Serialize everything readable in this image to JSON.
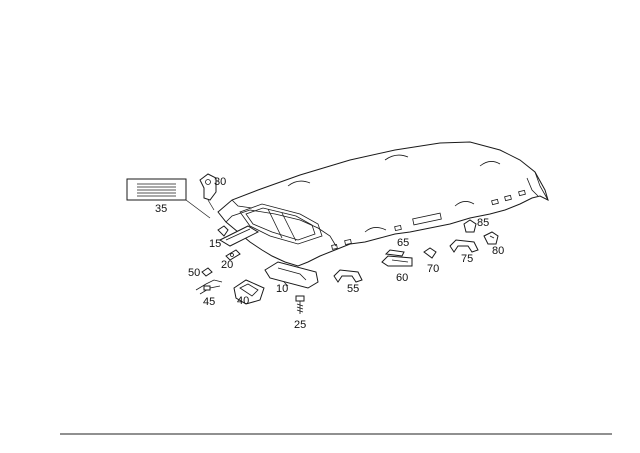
{
  "diagram": {
    "labels": {
      "l10": "10",
      "l15": "15",
      "l20": "20",
      "l25": "25",
      "l30": "30",
      "l35": "35",
      "l40": "40",
      "l45": "45",
      "l50": "50",
      "l55": "55",
      "l60": "60",
      "l65": "65",
      "l70": "70",
      "l75": "75",
      "l80": "80",
      "l85": "85"
    }
  }
}
